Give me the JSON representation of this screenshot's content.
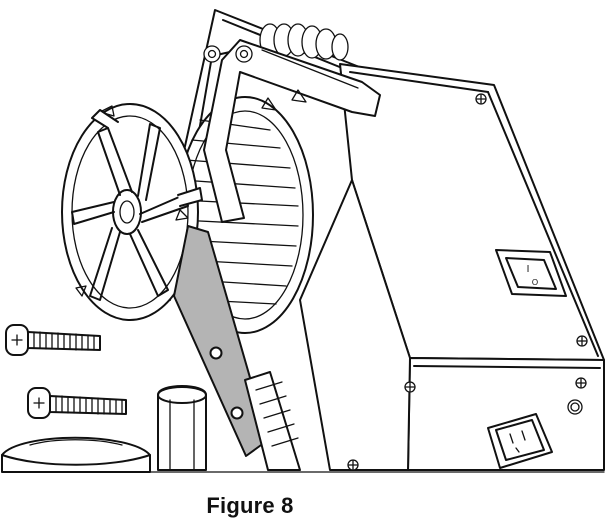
{
  "figure": {
    "caption": "Figure 8",
    "switch_on_symbol": "I",
    "switch_off_symbol": "O"
  },
  "colors": {
    "line": "#111111",
    "arm_fill": "#b4b4b4",
    "background": "#ffffff"
  },
  "icons": [
    "bolt-icon",
    "power-switch-icon",
    "outlet-icon",
    "screw-icon",
    "rotation-arrow-icon"
  ]
}
